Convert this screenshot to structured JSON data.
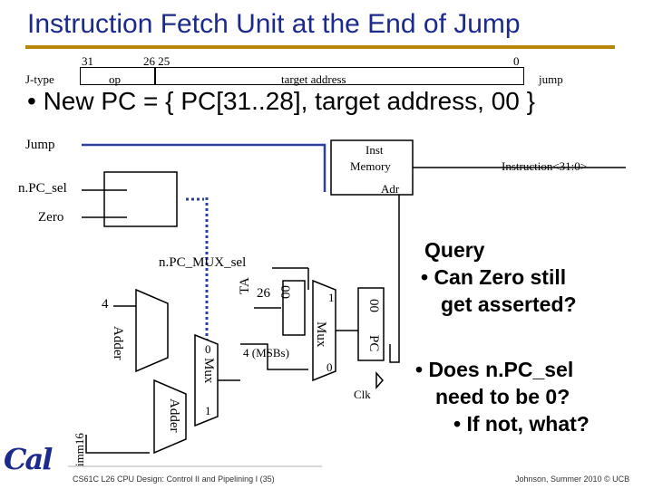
{
  "title": "Instruction Fetch Unit at the End of  Jump",
  "format": {
    "row_label": "J-type",
    "bit_31": "31",
    "bit_26_25": "26  25",
    "bit_0": "0",
    "op_field": "op",
    "target_field": "target address",
    "type_name": "jump"
  },
  "bullet": "• New PC = { PC[31..28], target address, 00 }",
  "diagram": {
    "jump": "Jump",
    "inst_memory_1": "Inst",
    "inst_memory_2": "Memory",
    "instruction": "Instruction<31:0>",
    "adr": "Adr",
    "npc_sel": "n.PC_sel",
    "zero": "Zero",
    "npc_mux_sel": "n.PC_MUX_sel",
    "four": "4",
    "adder_top": "Adder",
    "adder_bottom": "Adder",
    "ta": "TA",
    "twenty_six": "26",
    "zero_zero_a": "00",
    "zero_zero_b": "00",
    "four_msbs": "4 (MSBs)",
    "mux_right": "Mux",
    "mux_right_1": "1",
    "mux_right_0": "0",
    "mux_left": "Mux",
    "mux_left_0": "0",
    "mux_left_1": "1",
    "pc": "PC",
    "clk": "Clk",
    "imm16": "imm16"
  },
  "query": {
    "heading": "Query",
    "q1_line1": "• Can Zero still",
    "q1_line2": "get asserted?",
    "q2_line1": "• Does n.PC_sel",
    "q2_line2": "need to be 0?",
    "q3": "• If not, what?"
  },
  "logo_text": "Cal",
  "footer_left": "CS61C L26 CPU Design: Control II and Pipelining I (35)",
  "footer_right": "Johnson, Summer 2010 © UCB",
  "colors": {
    "title": "#1b2a8c",
    "accent_rule": "#b8860b",
    "jump_wire": "#2a3f9e",
    "logo": "#1b2a8c"
  }
}
